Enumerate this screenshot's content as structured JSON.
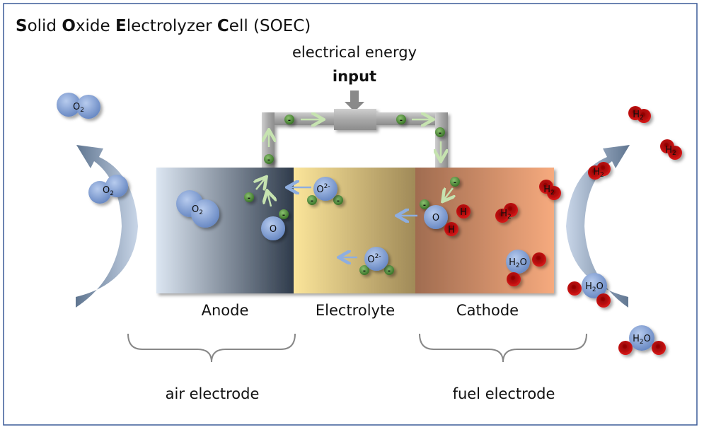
{
  "title": {
    "parts": [
      {
        "text": "S",
        "bold": true
      },
      {
        "text": "olid ",
        "bold": false
      },
      {
        "text": "O",
        "bold": true
      },
      {
        "text": "xide ",
        "bold": false
      },
      {
        "text": "E",
        "bold": true
      },
      {
        "text": "lectrolyzer ",
        "bold": false
      },
      {
        "text": "C",
        "bold": true
      },
      {
        "text": "ell (SOEC)",
        "bold": false
      }
    ]
  },
  "power": {
    "line1": "electrical energy",
    "line2": "input"
  },
  "layers": {
    "anode": "Anode",
    "electrolyte": "Electrolyte",
    "cathode": "Cathode"
  },
  "electrodes": {
    "air": "air electrode",
    "fuel": "fuel electrode"
  },
  "molecules": {
    "o2": {
      "main": "O",
      "sub": "2"
    },
    "o": "O",
    "oxide": {
      "main": "O",
      "sup": "2-"
    },
    "h": "H",
    "h2": {
      "main": "H",
      "sub": "2"
    },
    "h2o": {
      "main": "H",
      "sub": "2",
      "tail": "O"
    }
  },
  "electron_symbol": "-",
  "colors": {
    "frame": "#3b5a98",
    "anode": "#33404f",
    "electrolyte": "#f8e39a",
    "cathode": "#f2a47a",
    "oxygen": "#7f9fd4",
    "hydrogen": "#c00000",
    "electron": "#4f8f37"
  }
}
